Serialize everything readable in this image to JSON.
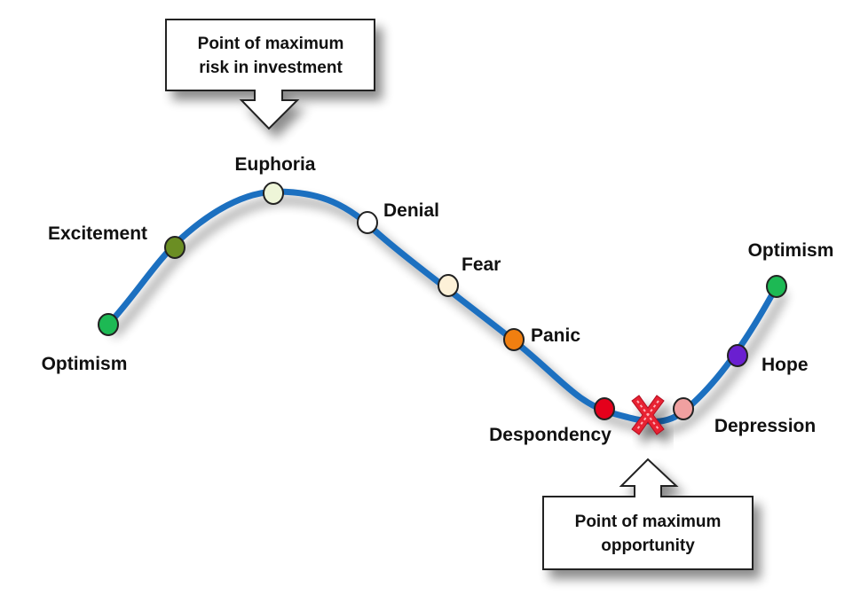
{
  "callouts": {
    "top": {
      "line1": "Point of maximum",
      "line2": "risk in investment"
    },
    "bottom": {
      "line1": "Point of maximum",
      "line2": "opportunity"
    }
  },
  "stages": [
    {
      "label": "Optimism",
      "color": "#1db954"
    },
    {
      "label": "Excitement",
      "color": "#6b8e23"
    },
    {
      "label": "Euphoria",
      "color": "#eef5d8"
    },
    {
      "label": "Denial",
      "color": "#ffffff"
    },
    {
      "label": "Fear",
      "color": "#fdf1d8"
    },
    {
      "label": "Panic",
      "color": "#f07f10"
    },
    {
      "label": "Despondency",
      "color": "#e4001b"
    },
    {
      "label": "Depression",
      "color": "#f0a0a0"
    },
    {
      "label": "Hope",
      "color": "#6a1fd0"
    },
    {
      "label": "Optimism",
      "color": "#1db954"
    }
  ],
  "marker_icon": "red-x-icon",
  "curve_color": "#1f6fc0"
}
